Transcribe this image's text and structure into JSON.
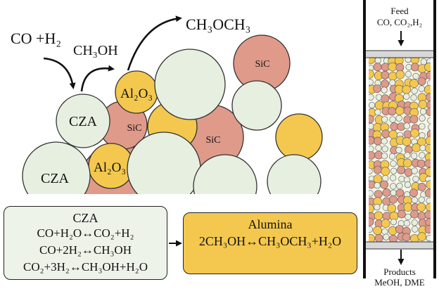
{
  "colors": {
    "cza": "#e7efe0",
    "alumina": "#f4c84e",
    "sic": "#df9a8a",
    "outline": "#333333",
    "box_cza": "#eef3ea",
    "box_alumina": "#f4c84e",
    "reactor_wall": "#111111",
    "reactor_cap": "#d8d8d8"
  },
  "icons": {
    "flow_arrow": "curved-arrow",
    "process_arrow": "arrow-right-icon"
  },
  "inputs": {
    "feed_label": "CO +H₂"
  },
  "intermediate": {
    "label": "CH₃OH"
  },
  "output": {
    "label": "CH₃OCH₃"
  },
  "particles": {
    "cza_label": "CZA",
    "alumina_label": "Al₂O₃",
    "sic_label": "SiC"
  },
  "cza_box": {
    "title": "CZA",
    "reactions": [
      "CO+H₂O↔CO₂+H₂",
      "CO+2H₂↔CH₃OH",
      "CO₂+3H₂↔CH₃OH+H₂O"
    ]
  },
  "alumina_box": {
    "title": "Alumina",
    "reaction": "2CH₃OH↔CH₃OCH₃+H₂O"
  },
  "reactor": {
    "feed_title": "Feed",
    "feed_species": "CO, CO₂,H₂",
    "products_title": "Products",
    "products_species": "MeOH, DME"
  }
}
